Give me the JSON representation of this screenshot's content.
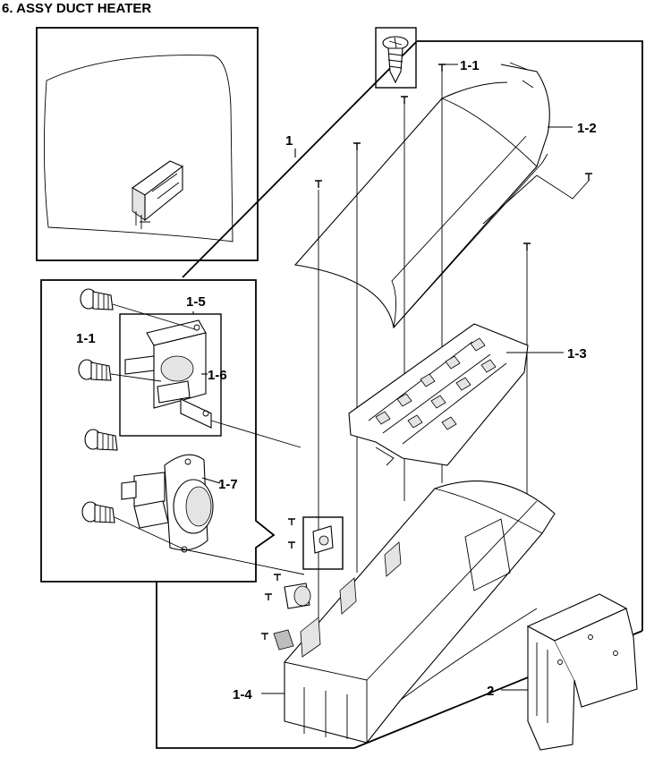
{
  "title": "6. ASSY DUCT HEATER",
  "callouts": {
    "c1": "1",
    "c1_1_top": "1-1",
    "c1_2": "1-2",
    "c1_3": "1-3",
    "c1_4": "1-4",
    "c1_5": "1-5",
    "c1_1_detail": "1-1",
    "c1_6": "1-6",
    "c1_7": "1-7",
    "c2": "2"
  },
  "icons": {
    "screw": "screw-icon"
  }
}
